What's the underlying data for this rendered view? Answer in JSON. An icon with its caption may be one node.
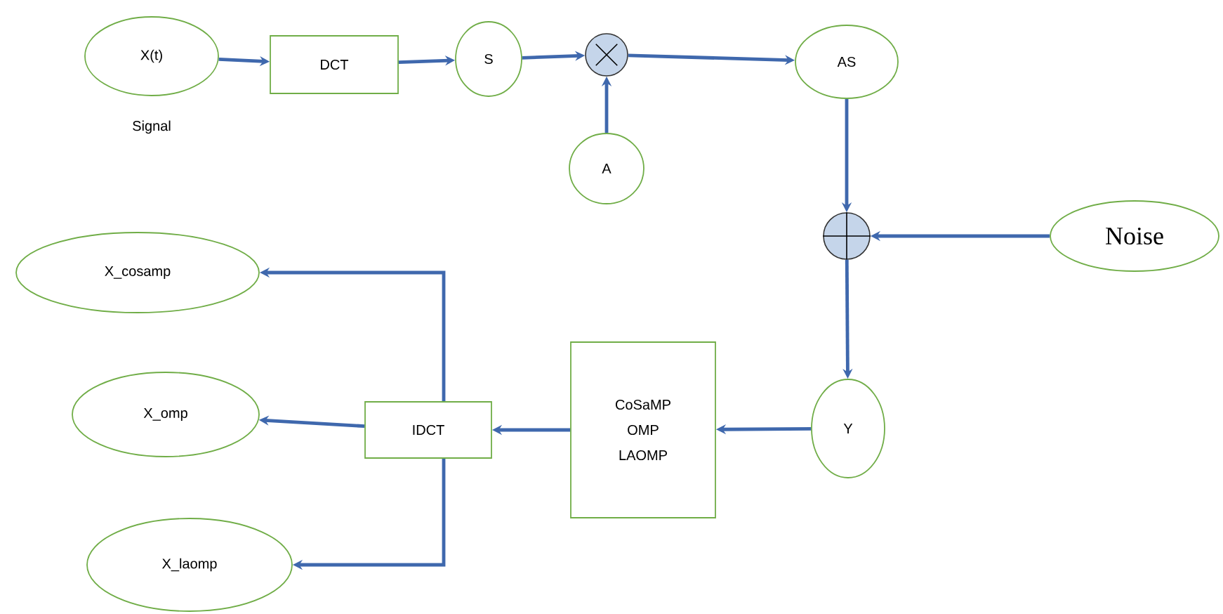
{
  "diagram": {
    "nodes": [
      {
        "text": [
          "X(t)"
        ],
        "beside": [
          "Signal"
        ]
      },
      {
        "text": [
          "DCT"
        ]
      },
      {
        "text": [
          "S"
        ]
      },
      {
        "text": [],
        "shape": "circle"
      },
      {
        "text": [
          "A"
        ]
      },
      {
        "text": [
          "AS"
        ]
      },
      {
        "text": [],
        "shape": "circle"
      },
      {
        "text": [
          "Noise"
        ]
      },
      {
        "text": [
          "Y"
        ]
      },
      {
        "text": [
          "CoSaMP",
          "OMP",
          "LAOMP"
        ]
      },
      {
        "text": [
          "IDCT"
        ]
      },
      {
        "text": [
          "X_cosamp"
        ]
      },
      {
        "text": [
          "X_omp"
        ]
      },
      {
        "text": [
          "X_laomp"
        ]
      }
    ],
    "edges": [
      {
        "from": 0,
        "to": 1,
        "arrow": "to"
      },
      {
        "from": 1,
        "to": 2,
        "arrow": "to"
      },
      {
        "from": 2,
        "to": 3,
        "arrow": "to"
      },
      {
        "from": 3,
        "to": 5,
        "arrow": "to"
      },
      {
        "from": 4,
        "to": 3,
        "arrow": "to"
      },
      {
        "from": 5,
        "to": 6,
        "arrow": "to"
      },
      {
        "from": 7,
        "to": 6,
        "arrow": "to"
      },
      {
        "from": 6,
        "to": 8,
        "arrow": "to"
      },
      {
        "from": 8,
        "to": 9,
        "arrow": "to"
      },
      {
        "from": 9,
        "to": 10,
        "arrow": "to"
      },
      {
        "from": 10,
        "to": 11,
        "arrow": "to"
      },
      {
        "from": 10,
        "to": 12,
        "arrow": "to"
      },
      {
        "from": 10,
        "to": 13,
        "arrow": "to"
      }
    ]
  }
}
